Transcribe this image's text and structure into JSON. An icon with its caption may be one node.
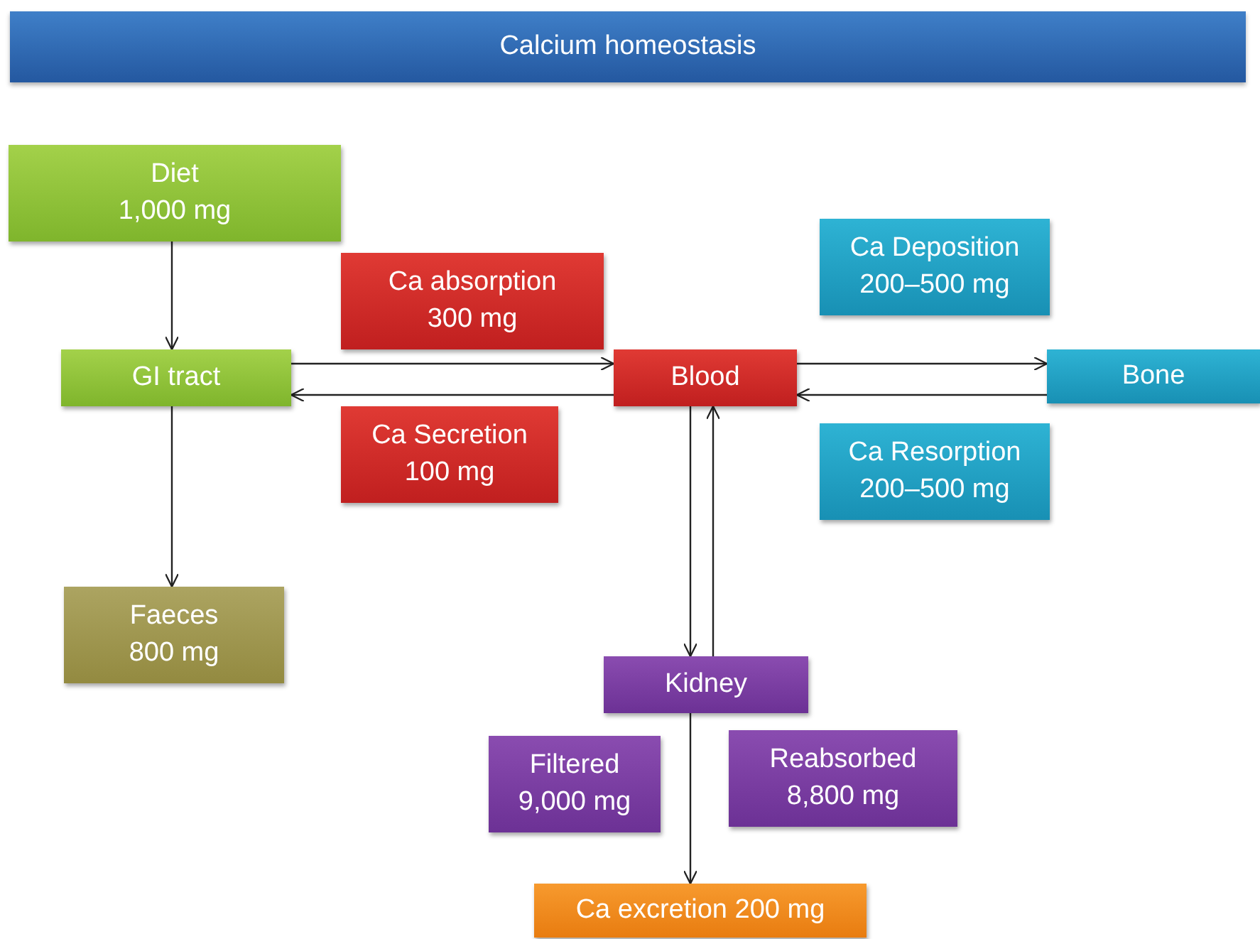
{
  "diagram": {
    "title": "Calcium homeostasis",
    "nodes": [
      {
        "text": [
          "Diet",
          "1,000 mg"
        ]
      },
      {
        "text": [
          "Ca absorption",
          "300 mg"
        ]
      },
      {
        "text": [
          "Ca Deposition",
          "200–500 mg"
        ]
      },
      {
        "text": [
          "GI tract"
        ]
      },
      {
        "text": [
          "Blood"
        ]
      },
      {
        "text": [
          "Bone"
        ]
      },
      {
        "text": [
          "Ca Secretion",
          "100 mg"
        ]
      },
      {
        "text": [
          "Ca Resorption",
          "200–500 mg"
        ]
      },
      {
        "text": [
          "Faeces",
          "800 mg"
        ]
      },
      {
        "text": [
          "Kidney"
        ]
      },
      {
        "text": [
          "Filtered",
          "9,000 mg"
        ]
      },
      {
        "text": [
          "Reabsorbed",
          "8,800 mg"
        ]
      },
      {
        "text": [
          "Ca excretion 200 mg"
        ]
      }
    ],
    "edges": [
      {
        "from": 0,
        "to": 3,
        "arrow": "to"
      },
      {
        "from": 3,
        "to": 4,
        "arrow": "to"
      },
      {
        "from": 4,
        "to": 3,
        "arrow": "to"
      },
      {
        "from": 4,
        "to": 5,
        "arrow": "to"
      },
      {
        "from": 5,
        "to": 4,
        "arrow": "to"
      },
      {
        "from": 3,
        "to": 8,
        "arrow": "to"
      },
      {
        "from": 4,
        "to": 9,
        "arrow": "to"
      },
      {
        "from": 9,
        "to": 4,
        "arrow": "to"
      },
      {
        "from": 9,
        "to": 12,
        "arrow": "to"
      }
    ]
  }
}
